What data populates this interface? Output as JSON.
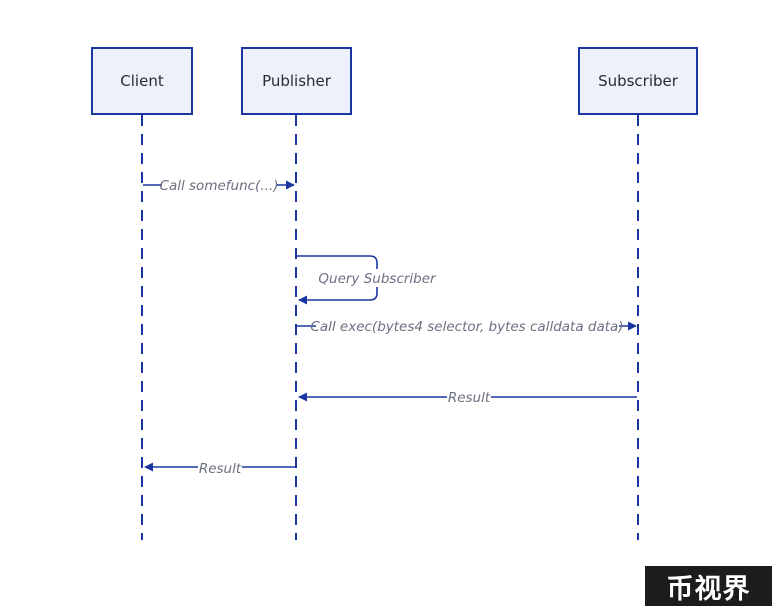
{
  "participants": {
    "client": "Client",
    "publisher": "Publisher",
    "subscriber": "Subscriber"
  },
  "messages": {
    "call_somefunc": "Call somefunc(...)",
    "query_subscriber": "Query Subscriber",
    "call_exec": "Call exec(bytes4 selector, bytes calldata data)",
    "result_from_subscriber": "Result",
    "result_to_client": "Result"
  },
  "watermark": "币视界",
  "colors": {
    "line": "#1a36a0",
    "actor_fill": "#eef0fb",
    "label": "#6b6f80"
  }
}
